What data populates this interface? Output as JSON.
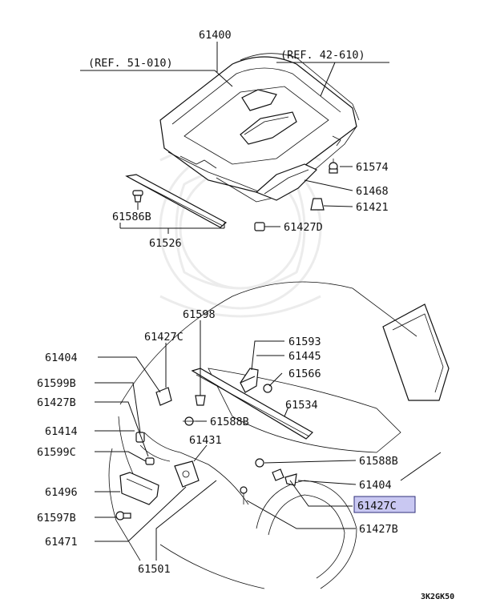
{
  "refs": {
    "ref_left": "(REF. 51-010)",
    "ref_right": "(REF. 42-610)"
  },
  "parts": {
    "p61400": "61400",
    "p61574": "61574",
    "p61468": "61468",
    "p61421": "61421",
    "p61586b": "61586B",
    "p61427d": "61427D",
    "p61526": "61526",
    "p61598": "61598",
    "p61427c_top": "61427C",
    "p61404_left": "61404",
    "p61593": "61593",
    "p61445": "61445",
    "p61566": "61566",
    "p61599b": "61599B",
    "p61427b_left": "61427B",
    "p61534": "61534",
    "p61588b_mid": "61588B",
    "p61414": "61414",
    "p61431": "61431",
    "p61599c": "61599C",
    "p61588b_right": "61588B",
    "p61404_right": "61404",
    "p61496": "61496",
    "p61427c_highlight": "61427C",
    "p61597b": "61597B",
    "p61427b_right": "61427B",
    "p61471": "61471",
    "p61501": "61501"
  },
  "diagram_code": "3K2GK50",
  "colors": {
    "highlight_fill": "#c9c8f2",
    "highlight_border": "#2f2f7a",
    "line": "#111111"
  }
}
